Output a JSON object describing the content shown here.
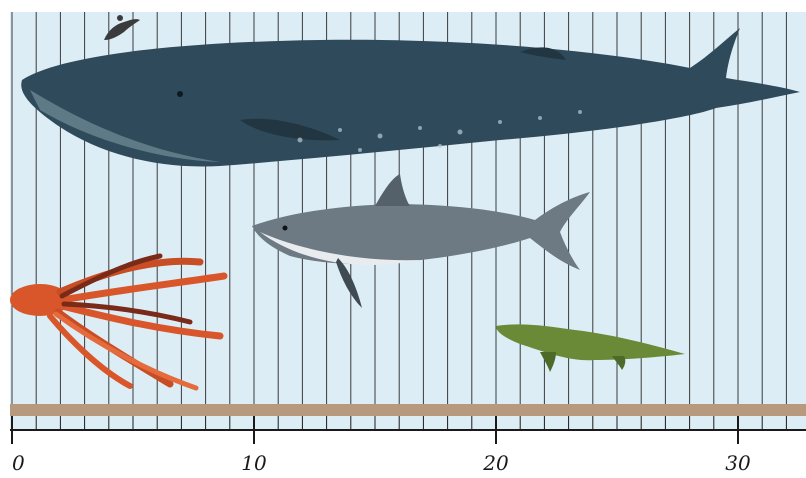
{
  "scale": {
    "min": 0,
    "max": 33,
    "gridline_step": 1,
    "labels": [
      {
        "value": 0,
        "text": "0"
      },
      {
        "value": 10,
        "text": "10"
      },
      {
        "value": 20,
        "text": "20"
      },
      {
        "value": 30,
        "text": "30"
      }
    ]
  },
  "colors": {
    "background": "#dcedf6",
    "gridline": "#3a3a3a",
    "ground": "#b79a7e",
    "axis": "#1a1a1a",
    "whale": "#2f4a5a",
    "whale_belly": "#5e7a86",
    "shark": "#6d7a84",
    "shark_belly": "#e9ecee",
    "octopus": "#d9562a",
    "crocodile": "#6b8a38"
  },
  "animals": [
    {
      "id": "blue-whale",
      "icon": "whale-icon",
      "length": 32
    },
    {
      "id": "great-white-shark",
      "icon": "shark-icon",
      "length": 14
    },
    {
      "id": "giant-octopus",
      "icon": "octopus-icon",
      "length": 9
    },
    {
      "id": "saltwater-crocodile",
      "icon": "crocodile-icon",
      "length": 8
    },
    {
      "id": "scuba-diver",
      "icon": "diver-icon",
      "length": 2
    }
  ]
}
